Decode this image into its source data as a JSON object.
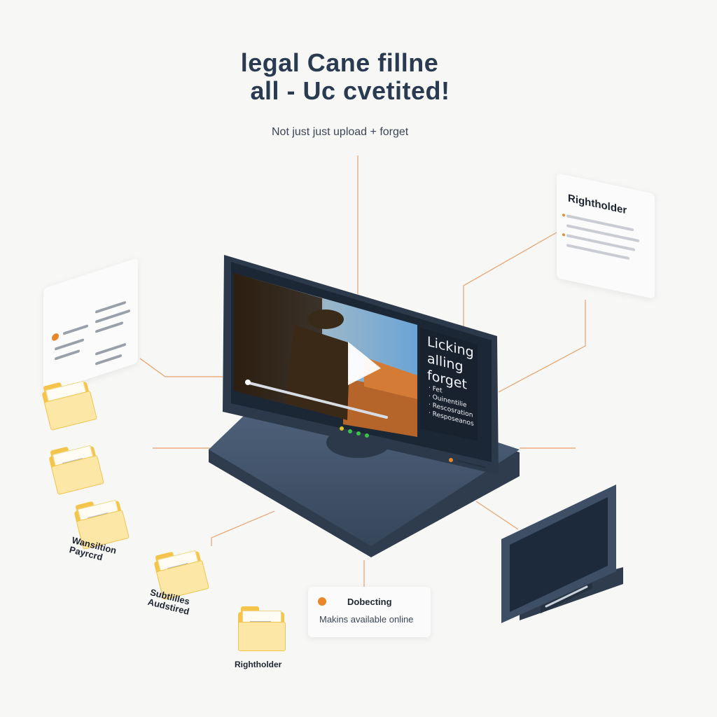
{
  "header": {
    "title_line1": "legal Cane fillne",
    "title_line2": "all - Uc cvetited!",
    "subtitle": "Not just just upload + forget"
  },
  "rightholder_card": {
    "title": "Rightholder"
  },
  "monitor": {
    "overlay_title_lines": [
      "Licking",
      "alling",
      "forget"
    ],
    "overlay_bullets": [
      "· Fet",
      "· Ouinentilie",
      "· Rescosration",
      "· Resposeanos"
    ],
    "indicator_colors": [
      "#d9c425",
      "#39c24a",
      "#39c24a",
      "#39c24a"
    ]
  },
  "detecting_card": {
    "title": "Dobecting",
    "subtitle": "Makins available online"
  },
  "folder_labels": {
    "f3": "Wansiltion\nPayrcrd",
    "f4": "Subtlilles\nAudstired",
    "f5": "Rightholder"
  },
  "colors": {
    "accent_orange": "#e8862a",
    "folder_yellow": "#f4c54a",
    "device_navy": "#3e4e64"
  }
}
